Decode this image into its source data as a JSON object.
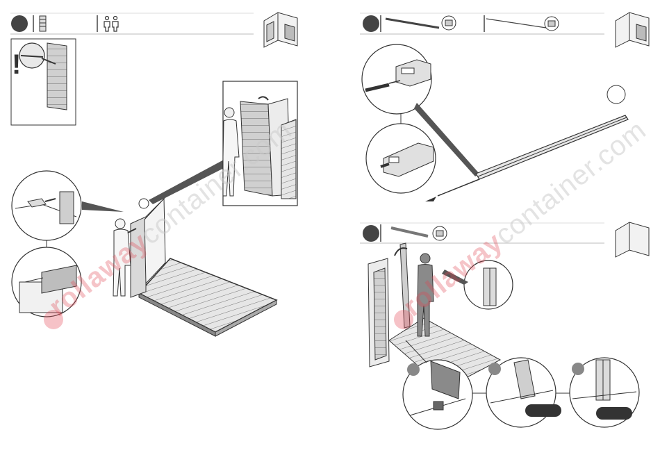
{
  "watermark": {
    "brand_bold": "rollaway",
    "brand_light": "container.com",
    "logo_letter": "r"
  },
  "steps": [
    {
      "id": "step-left",
      "icons": [
        "panel-icon",
        "two-persons-icon"
      ]
    },
    {
      "id": "step-right-top",
      "icons": [
        "rail-icon",
        "rod-icon"
      ]
    },
    {
      "id": "step-right-bottom",
      "icons": [
        "post-icon"
      ]
    }
  ]
}
